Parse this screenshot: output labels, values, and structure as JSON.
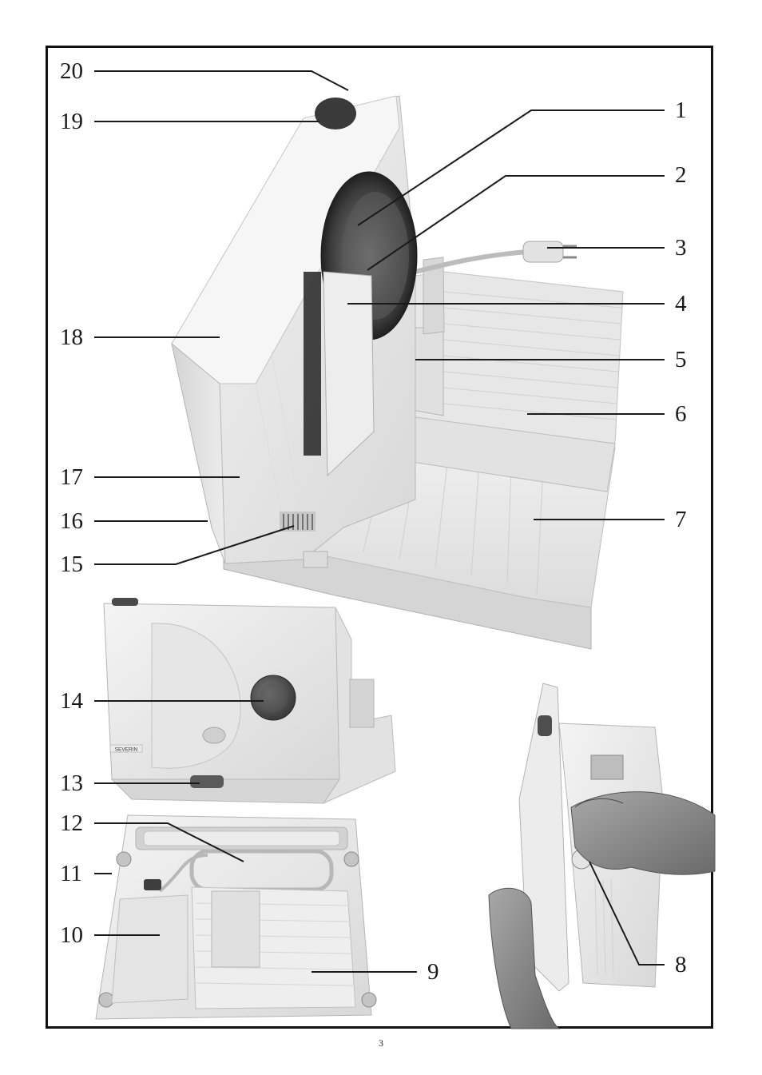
{
  "callouts": {
    "c1": "1",
    "c2": "2",
    "c3": "3",
    "c4": "4",
    "c5": "5",
    "c6": "6",
    "c7": "7",
    "c8": "8",
    "c9": "9",
    "c10": "10",
    "c11": "11",
    "c12": "12",
    "c13": "13",
    "c14": "14",
    "c15": "15",
    "c16": "16",
    "c17": "17",
    "c18": "18",
    "c19": "19",
    "c20": "20"
  },
  "device_badge": "SEVERIN",
  "page_number": "3"
}
